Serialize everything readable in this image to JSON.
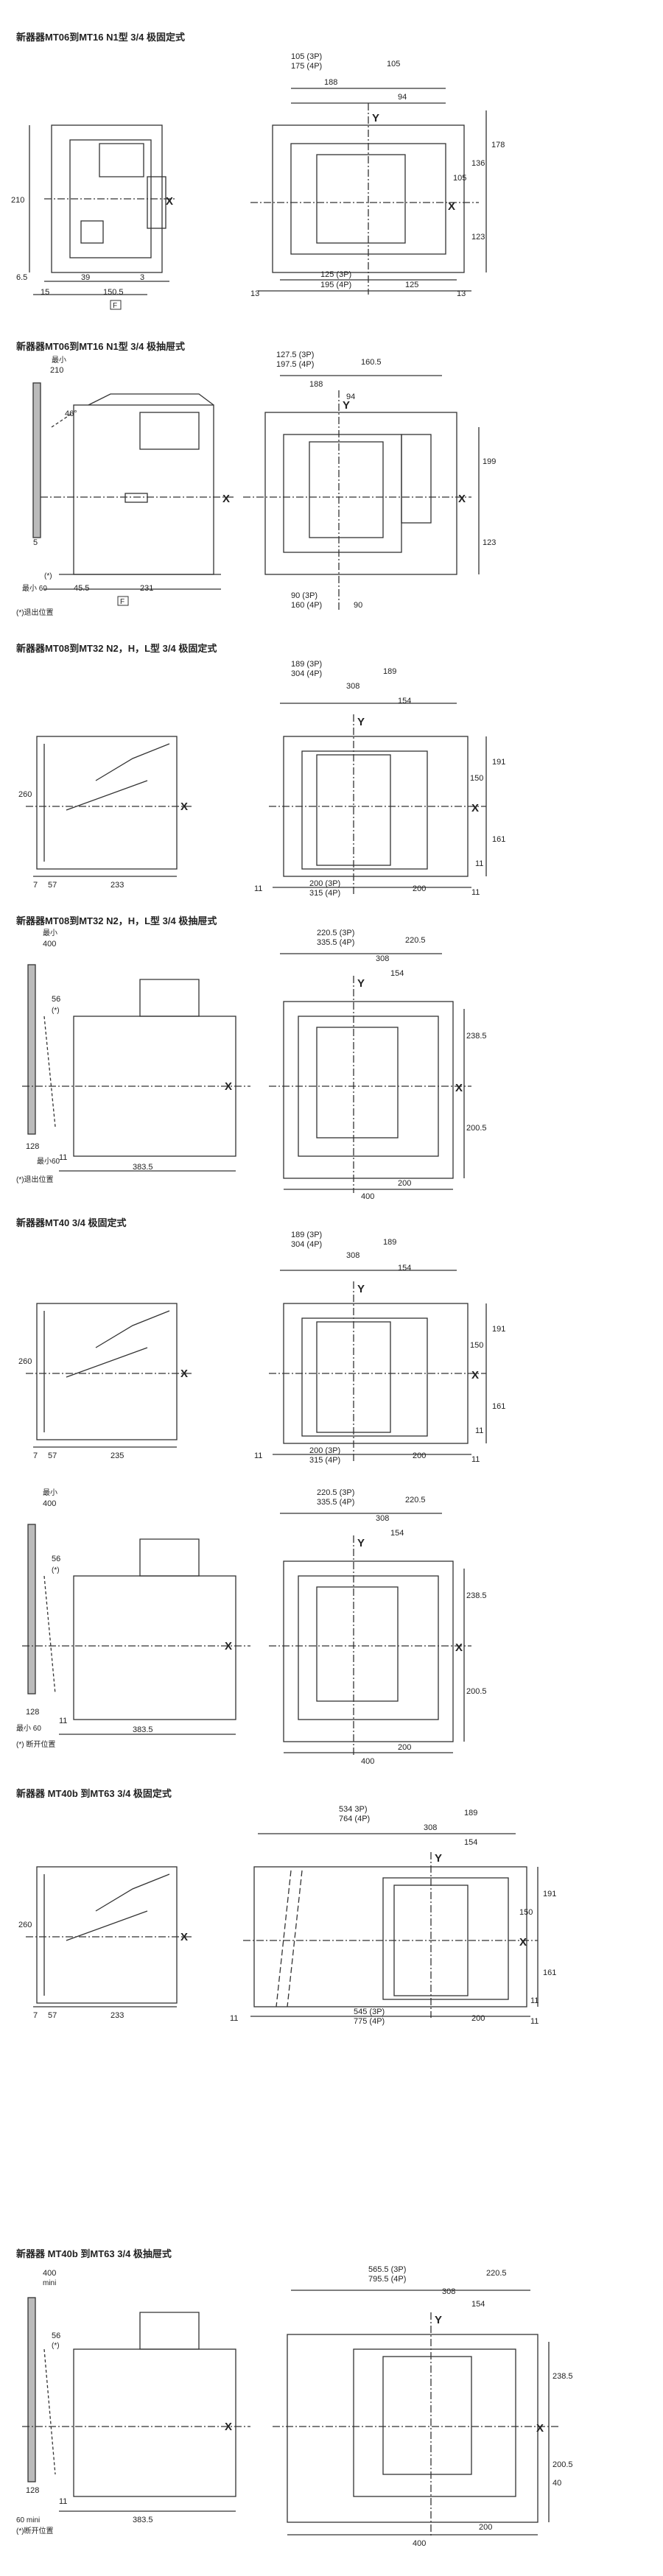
{
  "sections": [
    {
      "title": "新器器MT06到MT16 N1型 3/4 极固定式",
      "side": {
        "dims": [
          "210",
          "6.5",
          "39",
          "3",
          "15",
          "150.5"
        ],
        "marks": [
          "X"
        ],
        "badge": "F"
      },
      "front": {
        "top_dims": [
          "105 (3P)",
          "175 (4P)",
          "105",
          "188",
          "94"
        ],
        "right_dims": [
          "178",
          "136",
          "105",
          "123"
        ],
        "bottom_dims": [
          "125 (3P)",
          "195 (4P)",
          "125",
          "13",
          "13"
        ],
        "marks": [
          "Y",
          "X"
        ]
      }
    },
    {
      "title": "新器器MT06到MT16 N1型 3/4 极抽屉式",
      "side": {
        "dims": [
          "最小",
          "210",
          "46°",
          "5",
          "最小 60",
          "45.5",
          "231"
        ],
        "marks": [
          "X",
          "(*)"
        ],
        "badge": "F",
        "note": "(*)退出位置"
      },
      "front": {
        "top_dims": [
          "127.5 (3P)",
          "197.5 (4P)",
          "160.5",
          "188",
          "94"
        ],
        "right_dims": [
          "199",
          "123"
        ],
        "bottom_dims": [
          "90 (3P)",
          "160 (4P)",
          "90"
        ],
        "marks": [
          "Y",
          "X"
        ]
      }
    },
    {
      "title": "新器器MT08到MT32 N2，H，L型 3/4 极固定式",
      "side": {
        "dims": [
          "260",
          "7",
          "57",
          "233"
        ],
        "marks": [
          "X"
        ]
      },
      "front": {
        "top_dims": [
          "189 (3P)",
          "304 (4P)",
          "189",
          "308",
          "154"
        ],
        "right_dims": [
          "191",
          "150",
          "161",
          "11"
        ],
        "bottom_dims": [
          "200 (3P)",
          "315 (4P)",
          "200",
          "11",
          "11"
        ],
        "marks": [
          "Y",
          "X"
        ]
      }
    },
    {
      "title": "新器器MT08到MT32 N2，H，L型 3/4 极抽屉式",
      "side": {
        "dims": [
          "最小",
          "400",
          "56",
          "(*)",
          "128",
          "最小60",
          "11",
          "383.5"
        ],
        "marks": [
          "X"
        ],
        "note": "(*)退出位置"
      },
      "front": {
        "top_dims": [
          "220.5 (3P)",
          "335.5 (4P)",
          "220.5",
          "308",
          "154"
        ],
        "right_dims": [
          "238.5",
          "200.5"
        ],
        "bottom_dims": [
          "200",
          "400"
        ],
        "marks": [
          "Y",
          "X"
        ]
      }
    },
    {
      "title": "新器器MT40 3/4 极固定式",
      "side": {
        "dims": [
          "260",
          "7",
          "57",
          "235"
        ],
        "marks": [
          "X"
        ]
      },
      "front": {
        "top_dims": [
          "189 (3P)",
          "304 (4P)",
          "189",
          "308",
          "154"
        ],
        "right_dims": [
          "191",
          "150",
          "161",
          "11"
        ],
        "bottom_dims": [
          "200 (3P)",
          "315 (4P)",
          "200",
          "11",
          "11"
        ],
        "marks": [
          "Y",
          "X"
        ]
      }
    },
    {
      "title": "",
      "side": {
        "dims": [
          "最小",
          "400",
          "56",
          "(*)",
          "128",
          "最小 60",
          "11",
          "383.5"
        ],
        "marks": [
          "X"
        ],
        "note": "(*) 断开位置"
      },
      "front": {
        "top_dims": [
          "220.5 (3P)",
          "335.5 (4P)",
          "220.5",
          "308",
          "154"
        ],
        "right_dims": [
          "238.5",
          "200.5"
        ],
        "bottom_dims": [
          "200",
          "400"
        ],
        "marks": [
          "Y",
          "X"
        ]
      }
    },
    {
      "title": "新器器 MT40b 到MT63 3/4 极固定式",
      "side": {
        "dims": [
          "260",
          "7",
          "57",
          "233"
        ],
        "marks": [
          "X"
        ]
      },
      "front": {
        "top_dims": [
          "534 3P)",
          "764 (4P)",
          "189",
          "308",
          "154"
        ],
        "right_dims": [
          "191",
          "150",
          "161",
          "11"
        ],
        "bottom_dims": [
          "545 (3P)",
          "775 (4P)",
          "200",
          "11",
          "11"
        ],
        "marks": [
          "Y",
          "X"
        ]
      }
    },
    {
      "title": "新器器 MT40b 到MT63 3/4 极抽屉式",
      "side": {
        "dims": [
          "400",
          "mini",
          "56",
          "(*)",
          "128",
          "60 mini",
          "11",
          "383.5"
        ],
        "marks": [
          "X"
        ],
        "note": "(*)断开位置"
      },
      "front": {
        "top_dims": [
          "565.5 (3P)",
          "795.5 (4P)",
          "220.5",
          "308",
          "154"
        ],
        "right_dims": [
          "238.5",
          "200.5",
          "40"
        ],
        "bottom_dims": [
          "200",
          "400"
        ],
        "marks": [
          "Y",
          "X"
        ]
      }
    }
  ]
}
